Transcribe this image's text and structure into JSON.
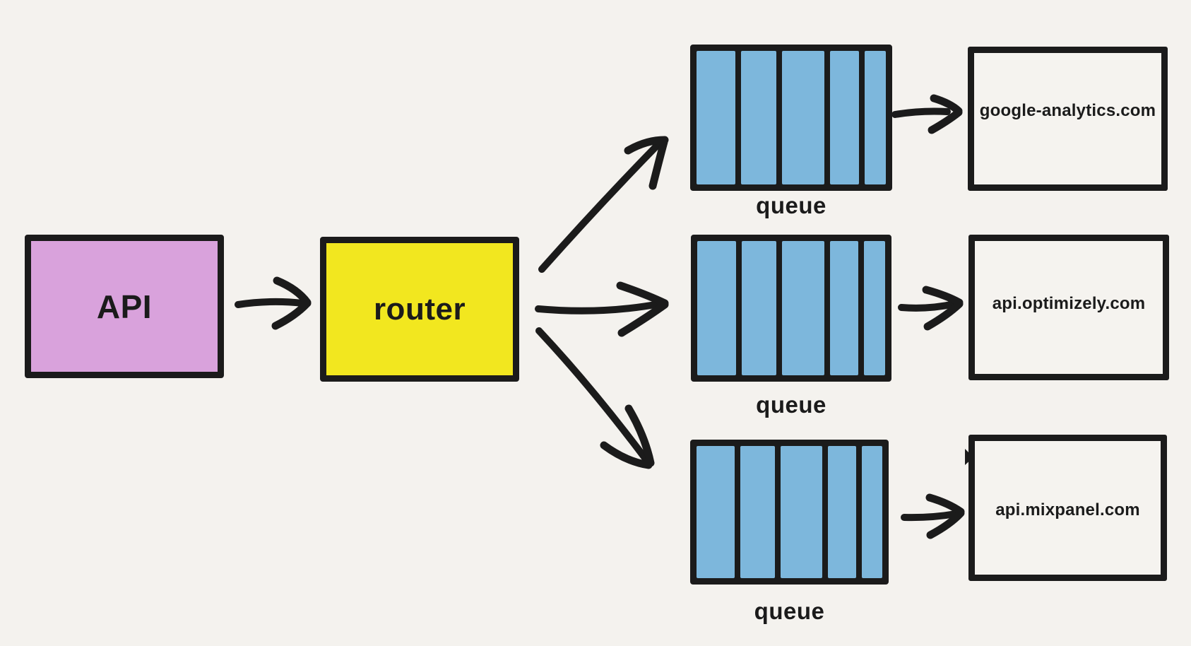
{
  "palette": {
    "background": "#f4f2ee",
    "ink": "#1b1b1b",
    "api_fill": "#d9a2dc",
    "router_fill": "#f2e71f",
    "queue_fill": "#7db7dc",
    "dest_fill": "#f5f3ef"
  },
  "nodes": {
    "api": {
      "label": "API"
    },
    "router": {
      "label": "router"
    }
  },
  "queue_style": {
    "cells": 5,
    "cell_flex": [
      55,
      50,
      60,
      41,
      30
    ]
  },
  "queues": [
    {
      "label": "queue"
    },
    {
      "label": "queue"
    },
    {
      "label": "queue"
    }
  ],
  "destinations": [
    {
      "label": "google-analytics.com"
    },
    {
      "label": "api.optimizely.com"
    },
    {
      "label": "api.mixpanel.com"
    }
  ]
}
